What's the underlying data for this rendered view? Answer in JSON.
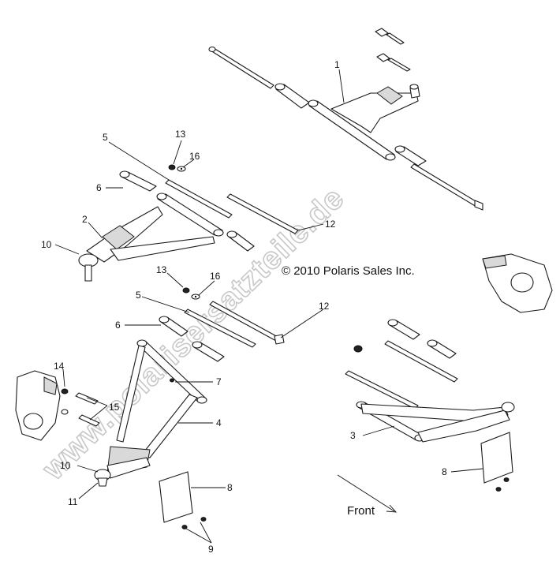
{
  "diagram": {
    "copyright": "© 2010 Polaris Sales Inc.",
    "watermark": "www.polarisersatzteile.de",
    "direction_label": "Front",
    "callouts": {
      "c1": "1",
      "c2": "2",
      "c3": "3",
      "c4": "4",
      "c5a": "5",
      "c5b": "5",
      "c6a": "6",
      "c6b": "6",
      "c7": "7",
      "c8a": "8",
      "c8b": "8",
      "c9": "9",
      "c10a": "10",
      "c10b": "10",
      "c11": "11",
      "c12a": "12",
      "c12b": "12",
      "c13a": "13",
      "c13b": "13",
      "c14": "14",
      "c15": "15",
      "c16a": "16",
      "c16b": "16"
    }
  }
}
